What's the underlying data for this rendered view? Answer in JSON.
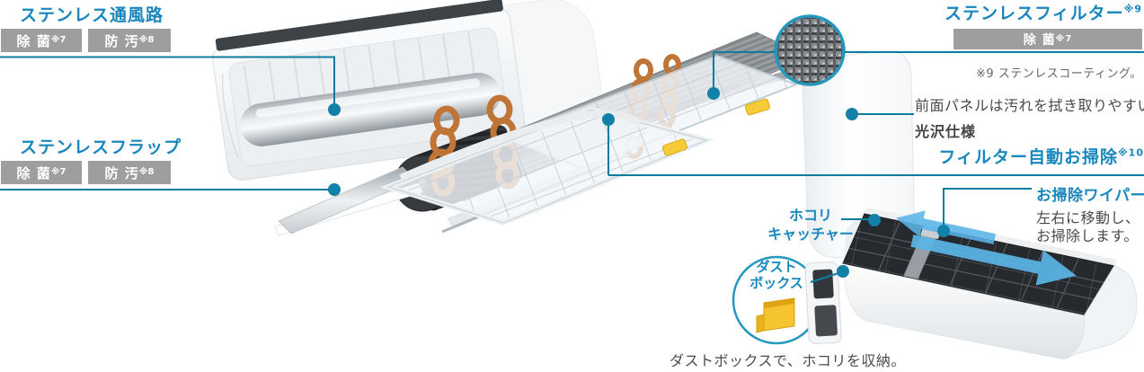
{
  "colors": {
    "accent_text": "#1787BE",
    "leader_line": "#0D7C9E",
    "dot": "#1380A8",
    "badge_bg": "#9E9E9E",
    "badge_text": "#FFFFFF",
    "body_text": "#4A4A4A",
    "note_text": "#666666",
    "arrow_blue": "#5AB5E7",
    "dustbox_yellow": "#F5C430"
  },
  "sections": {
    "airpath": {
      "title": "ステンレス通風路",
      "badges": [
        {
          "label": "除 菌",
          "sup": "※7"
        },
        {
          "label": "防 汚",
          "sup": "※8"
        }
      ]
    },
    "flap": {
      "title": "ステンレスフラップ",
      "badges": [
        {
          "label": "除 菌",
          "sup": "※7"
        },
        {
          "label": "防 汚",
          "sup": "※8"
        }
      ]
    },
    "filter": {
      "title": "ステンレスフィルター",
      "title_sup": "※9",
      "badge": {
        "label": "除 菌",
        "sup": "※7"
      },
      "note": "※9 ステンレスコーティング。"
    },
    "front_panel": {
      "line1": "前面パネルは汚れを拭き取りやすい",
      "line2": "光沢仕様"
    },
    "auto_clean": {
      "title": "フィルター自動お掃除",
      "title_sup": "※10"
    },
    "wiper": {
      "title": "お掃除ワイパー",
      "desc1": "左右に移動し、",
      "desc2": "お掃除します。"
    },
    "dust_catcher": {
      "line1": "ホコリ",
      "line2": "キャッチャー"
    },
    "dust_box": {
      "line1": "ダスト",
      "line2": "ボックス"
    },
    "caption": "ダストボックスで、ホコリを収納。"
  }
}
